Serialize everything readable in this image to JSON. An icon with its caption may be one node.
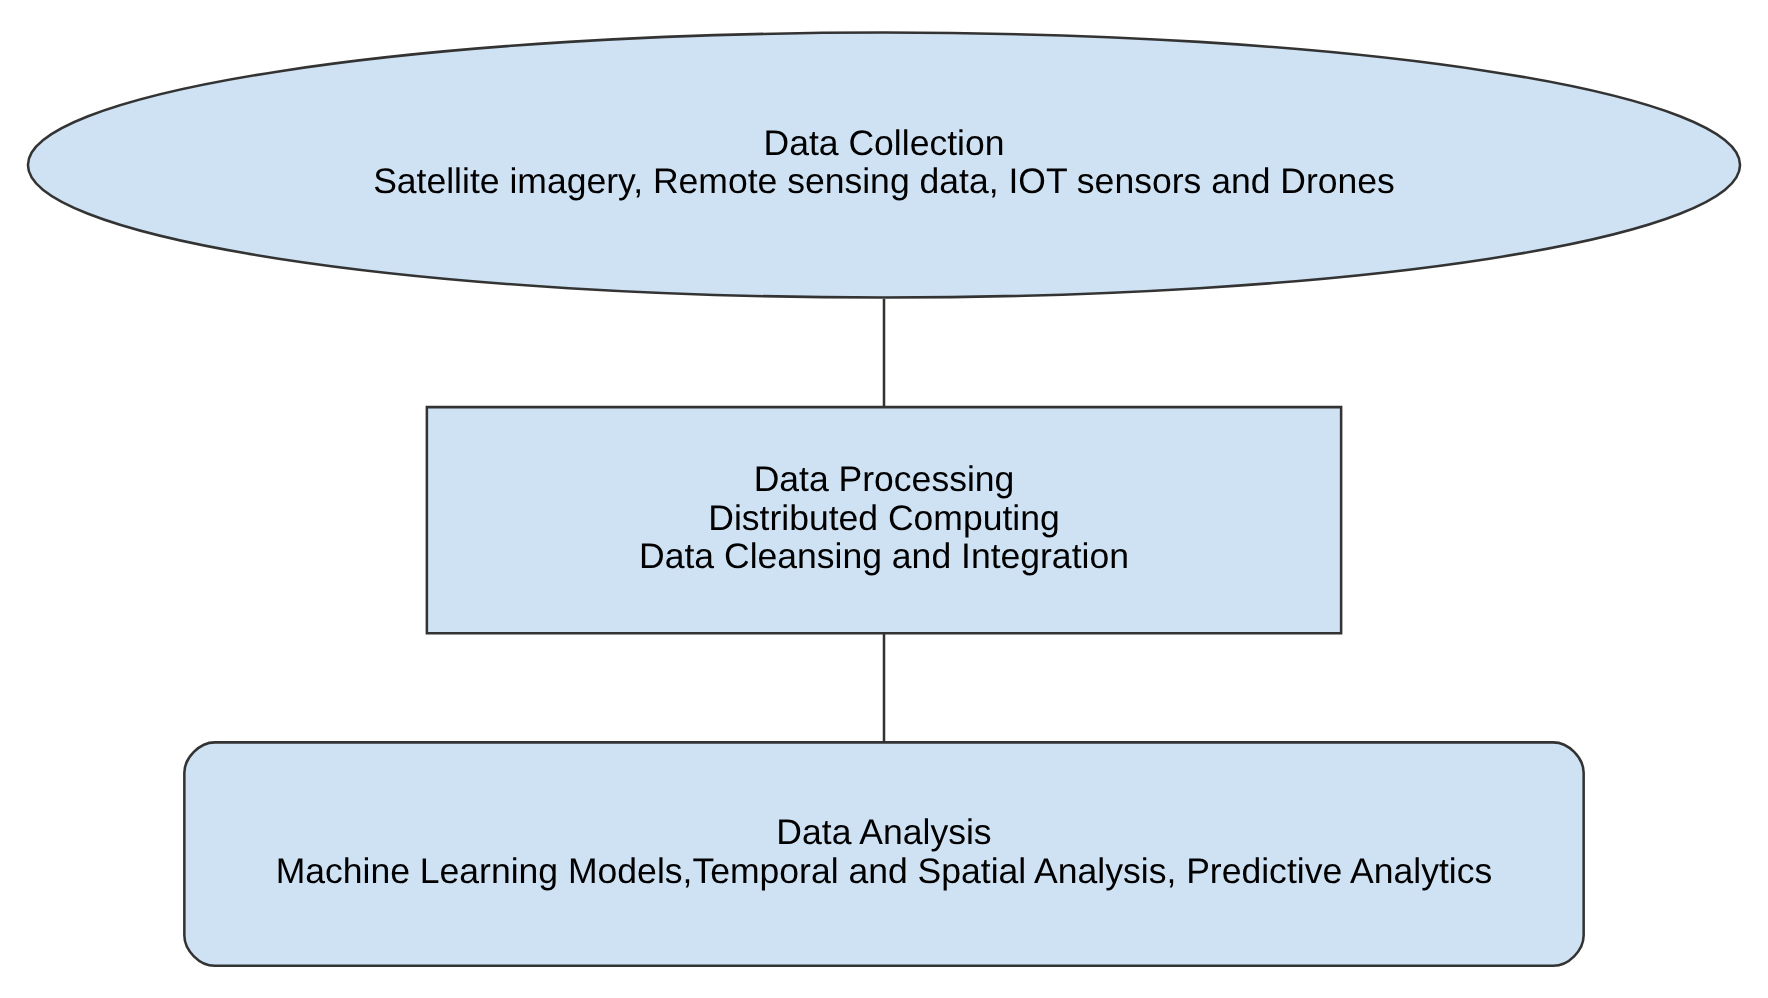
{
  "diagram": {
    "nodes": [
      {
        "text": [
          "Data Collection",
          "Satellite imagery, Remote sensing data, IOT sensors and Drones"
        ]
      },
      {
        "text": [
          "Data Processing",
          "Distributed Computing",
          "Data Cleansing and Integration"
        ]
      },
      {
        "text": [
          "Data Analysis",
          "Machine Learning Models,Temporal and Spatial Analysis, Predictive Analytics"
        ]
      }
    ],
    "edges": [
      {
        "from": 0,
        "to": 1,
        "arrow": "none"
      },
      {
        "from": 1,
        "to": 2,
        "arrow": "none"
      }
    ]
  }
}
